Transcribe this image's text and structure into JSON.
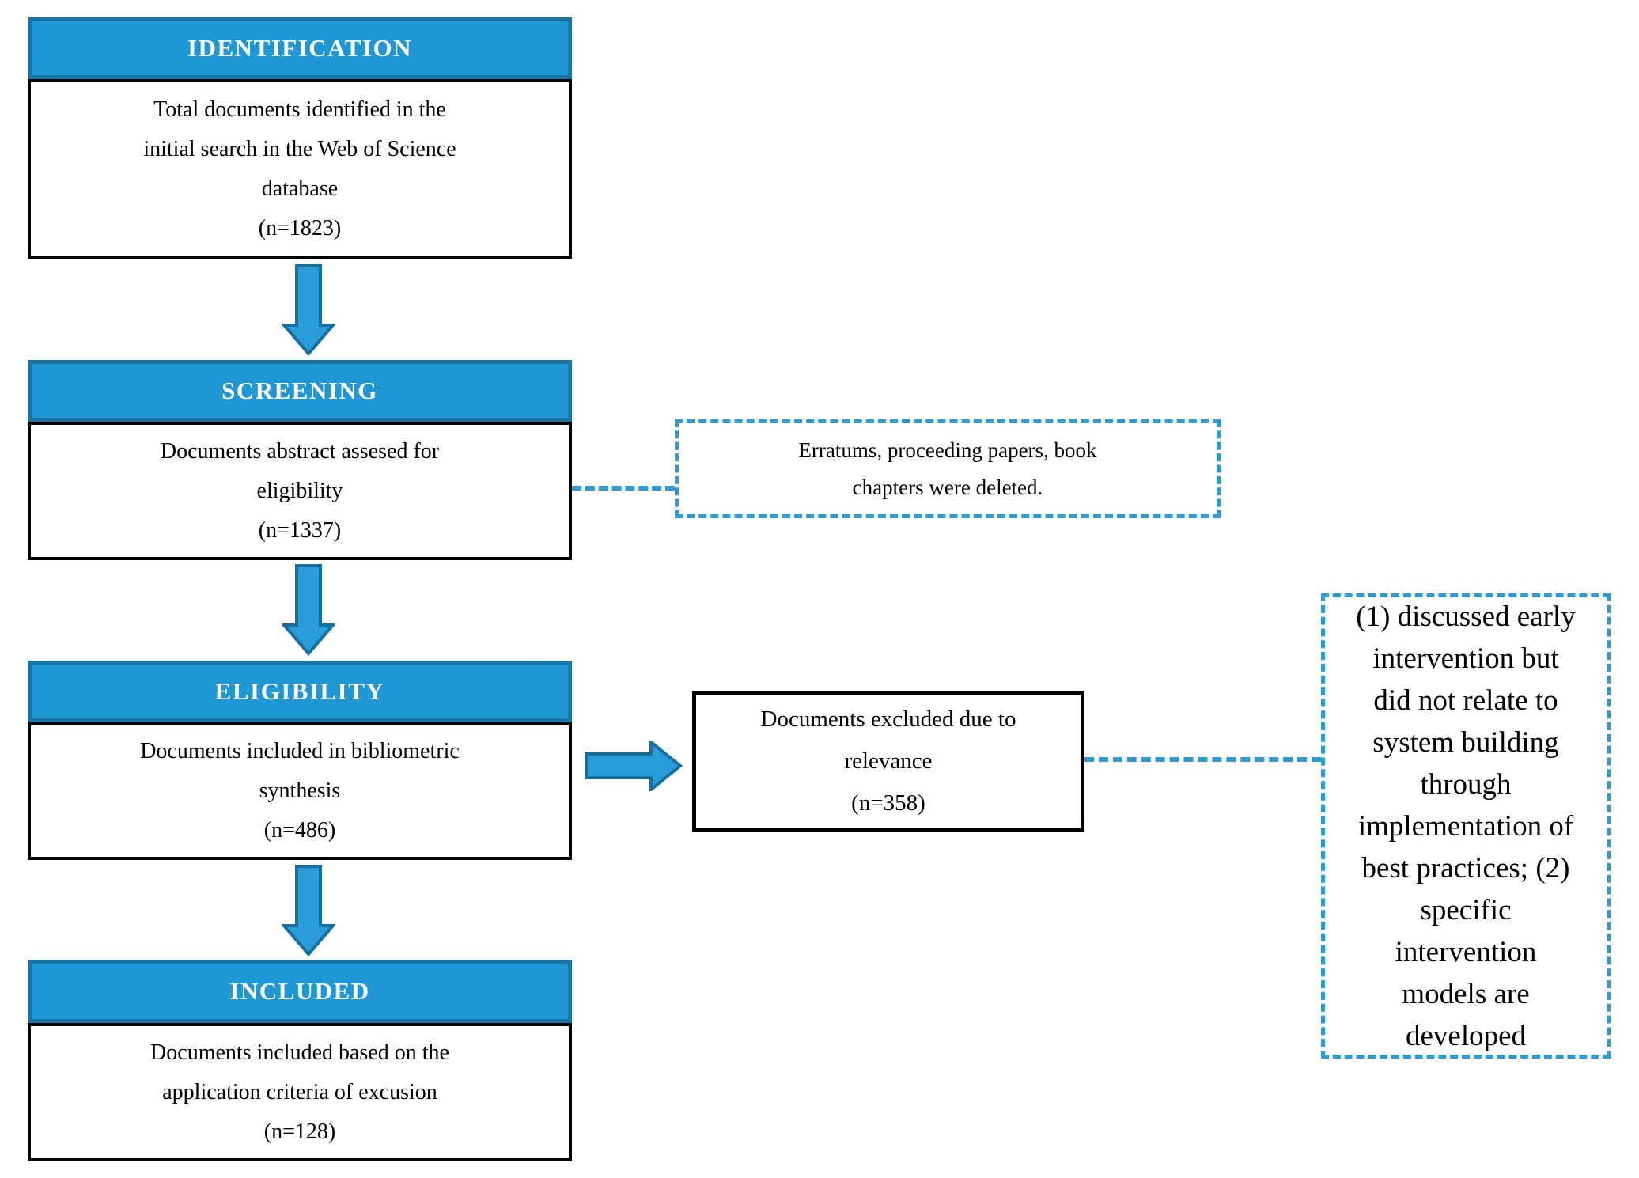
{
  "diagram": {
    "title_hint": "Document selection flow (Web of Science bibliometric study)",
    "stages": [
      {
        "id": "identification",
        "header": "IDENTIFICATION",
        "text": "Total documents identified in the\ninitial search in the Web of Science\ndatabase\n(n=1823)",
        "n": 1823
      },
      {
        "id": "screening",
        "header": "SCREENING",
        "text": "Documents abstract assesed for\neligibility\n(n=1337)",
        "n": 1337
      },
      {
        "id": "eligibility",
        "header": "ELIGIBILITY",
        "text": "Documents included in bibliometric\nsynthesis\n(n=486)",
        "n": 486
      },
      {
        "id": "included",
        "header": "INCLUDED",
        "text": "Documents included based on the\napplication criteria of excusion\n(n=128)",
        "n": 128
      }
    ],
    "side_notes": {
      "screening_note": {
        "text": "Erratums, proceeding papers, book\nchapters were deleted."
      },
      "excluded_box": {
        "text": "Documents excluded due to\nrelevance\n(n=358)",
        "n": 358
      },
      "exclusion_reasons": {
        "text": "(1) discussed early\nintervention but\ndid not relate to\nsystem building\nthrough\nimplementation of\nbest practices; (2)\nspecific\nintervention\nmodels are\ndeveloped"
      }
    },
    "colors": {
      "header_fill": "#2097d5",
      "header_border": "#1a74a6",
      "header_text": "#ffffff",
      "box_border": "#000000",
      "body_text": "#000000",
      "arrow_fill": "#2b9cda",
      "arrow_stroke": "#176f9e",
      "dashed_blue": "#2b9ad5",
      "background": "#ffffff"
    }
  }
}
